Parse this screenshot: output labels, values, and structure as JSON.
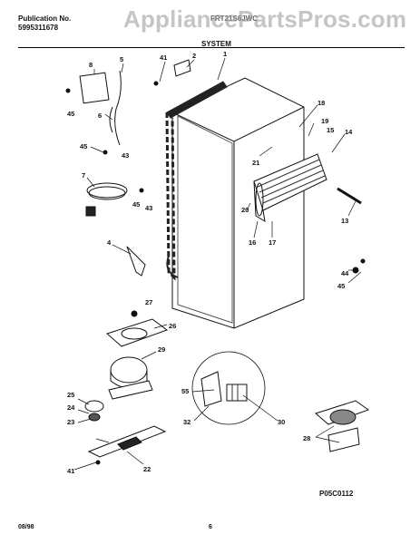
{
  "header": {
    "pub_label": "Publication No.",
    "pub_number": "5995311678",
    "model_partial": "FRT21S6JWC",
    "watermark": "AppliancePartsPros.com",
    "section_title": "SYSTEM"
  },
  "callouts": {
    "c1": "1",
    "c2": "2",
    "c4": "4",
    "c5": "5",
    "c6": "6",
    "c7": "7",
    "c8": "8",
    "c13": "13",
    "c14": "14",
    "c15": "15",
    "c16": "16",
    "c17": "17",
    "c18": "18",
    "c19": "19",
    "c20": "20",
    "c21": "21",
    "c22": "22",
    "c23": "23",
    "c24": "24",
    "c25": "25",
    "c26": "26",
    "c27": "27",
    "c28": "28",
    "c29": "29",
    "c30": "30",
    "c32": "32",
    "c41a": "41",
    "c41b": "41",
    "c43a": "43",
    "c43b": "43",
    "c44": "44",
    "c45a": "45",
    "c45b": "45",
    "c45c": "45",
    "c45d": "45",
    "c55": "55"
  },
  "footer": {
    "diagram_code": "P05C0112",
    "date": "08/98",
    "page": "6"
  }
}
